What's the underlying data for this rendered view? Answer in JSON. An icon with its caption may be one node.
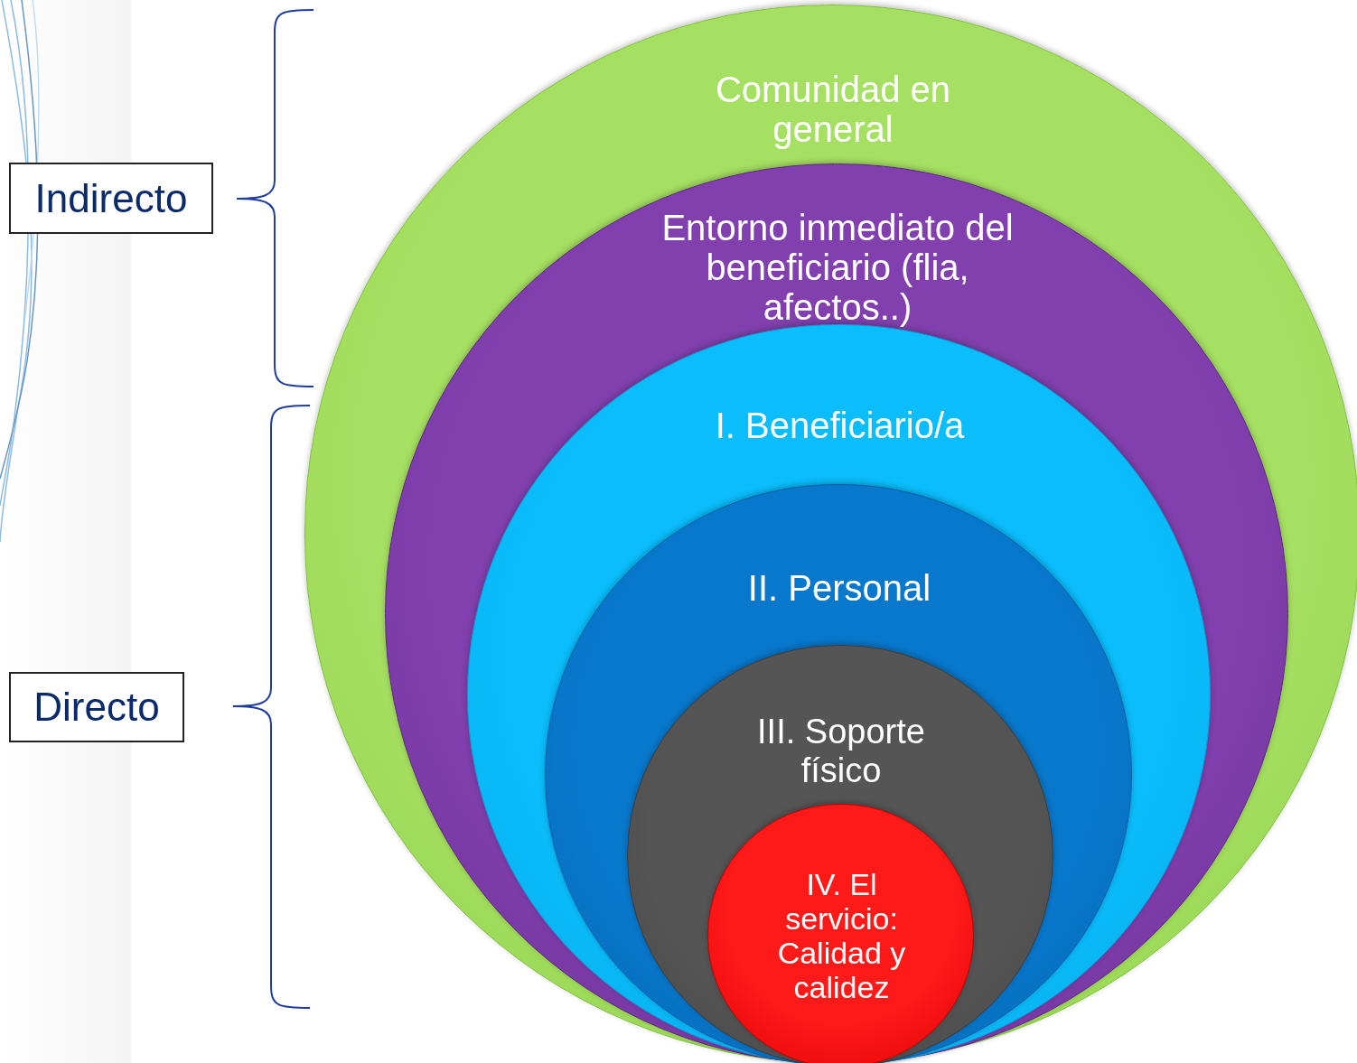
{
  "diagram": {
    "nodes": [
      {
        "text": [
          "Indirecto"
        ]
      },
      {
        "text": [
          "Comunidad en general"
        ]
      },
      {
        "text": [
          "Entorno inmediato del beneficiario (flia, afectos..)"
        ],
        "in": 1
      },
      {
        "text": [
          "I. Beneficiario/a"
        ],
        "in": 2
      },
      {
        "text": [
          "II. Personal"
        ],
        "in": 3
      },
      {
        "text": [
          "III. Soporte físico"
        ],
        "in": 4
      },
      {
        "text": [
          "IV. El servicio: Calidad y calidez"
        ],
        "in": 5
      },
      {
        "text": [
          "Directo"
        ]
      }
    ]
  }
}
